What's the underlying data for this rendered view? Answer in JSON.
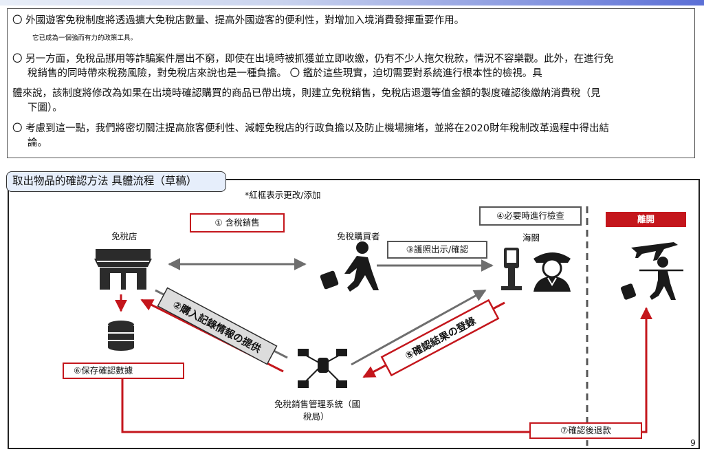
{
  "paragraphs": [
    "〇 外國遊客免稅制度將透過擴大免稅店數量、提高外國遊客的便利性，對增加入境消費發揮重要作用。",
    "它已成為一個強而有力的政策工具。",
    "〇 另一方面，免稅品挪用等詐騙案件層出不窮，即使在出境時被抓獲並立即收繳，仍有不少人拖欠稅款，情況不容樂觀。此外，在進行免",
    "稅銷售的同時帶來稅務風險，對免稅店來說也是一種負擔。 〇 鑑於這些現實，迫切需要對系統進行根本性的檢視。具",
    "體來說，該制度將修改為如果在出境時確認購買的商品已帶出境，則建立免稅銷售，免稅店退還等值金額的製度確認後繳納消費稅（見",
    "下圖）。",
    "〇 考慮到這一點，我們將密切關注提高旅客便利性、減輕免稅店的行政負擔以及防止機場擁堵，並將在2020財年稅制改革過程中得出結",
    "論。"
  ],
  "flow": {
    "title": "取出物品的確認方法 具體流程（草稿）",
    "note": "*紅框表示更改/添加",
    "nodes": {
      "store": "免稅店",
      "buyer": "免稅購買者",
      "customs": "海關",
      "system_line1": "免稅銷售管理系統（國",
      "system_line2": "稅局）"
    },
    "steps": {
      "s1": "① 含稅銷售",
      "s2": "②購入記錄情報の提供",
      "s3": "③護照出示/確認",
      "s4": "④必要時進行檢查",
      "s5": "⑤確認結果の登錄",
      "s6": "⑥保存確認數據",
      "s7": "⑦確認後退款"
    },
    "leave": "離開"
  },
  "page_number": "9",
  "colors": {
    "accent_red": "#c4161c",
    "gray_arrow": "#6e6e6e",
    "title_fill": "#e6eefb"
  },
  "icons": [
    "store-icon",
    "traveler-icon",
    "customs-officer-icon",
    "kiosk-icon",
    "database-icon",
    "network-server-icon",
    "airplane-icon",
    "departing-traveler-icon"
  ]
}
